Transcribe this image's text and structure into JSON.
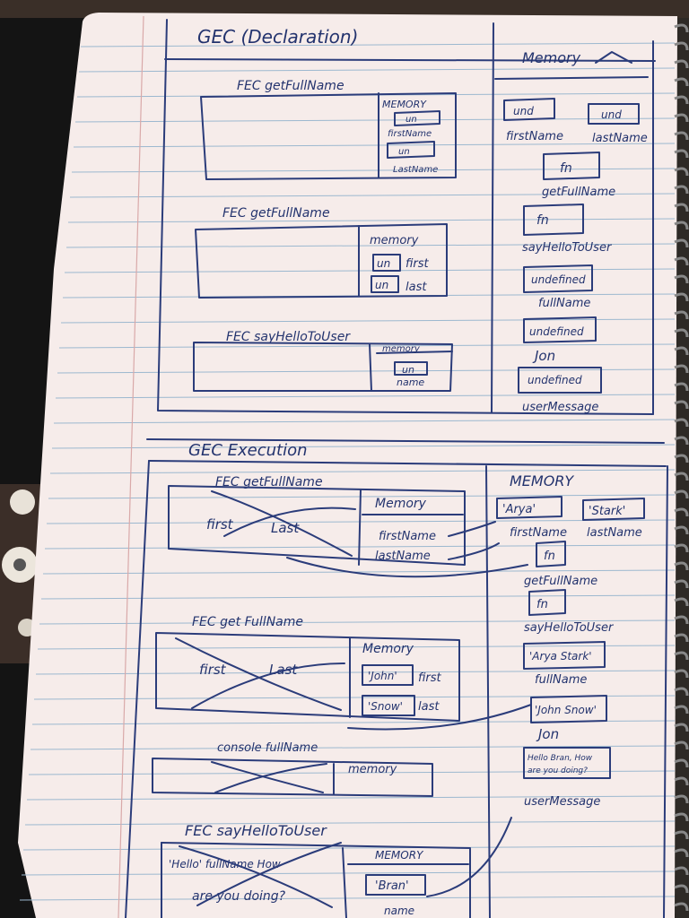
{
  "page": {
    "top": {
      "title": "GEC (Declaration)",
      "memory_header": "Memory",
      "fec1": {
        "title": "FEC getFullName",
        "memory": "MEMORY",
        "b1": "un",
        "v1": "firstName",
        "b2": "un",
        "v2": "LastName"
      },
      "fec2": {
        "title": "FEC getFullName",
        "memory": "memory",
        "b1": "un",
        "v1": "first",
        "b2": "un",
        "v2": "last"
      },
      "fec3": {
        "title": "FEC sayHelloToUser",
        "memory": "memory",
        "b1": "un",
        "v1": "name"
      },
      "right": {
        "b1": "und",
        "b2": "und",
        "firstName": "firstName",
        "lastName": "lastName",
        "fn1": "fn",
        "getFullName": "getFullName",
        "fn2": "fn",
        "sayHello": "sayHelloToUser",
        "u1": "undefined",
        "fullName": "fullName",
        "u2": "undefined",
        "jon": "Jon",
        "u3": "undefined",
        "userMessage": "userMessage"
      }
    },
    "bottom": {
      "title": "GEC Execution",
      "memory_header": "MEMORY",
      "fec1": {
        "title": "FEC getFullName",
        "memory": "Memory",
        "l1": "first",
        "l2": "Last",
        "v1": "firstName",
        "v2": "lastName"
      },
      "fec2": {
        "title": "FEC get FullName",
        "memory": "Memory",
        "l1": "first",
        "l2": "Last",
        "b1": "'John'",
        "v1": "first",
        "b2": "'Snow'",
        "v2": "last"
      },
      "console": {
        "title": "console fullName",
        "memory": "memory"
      },
      "fec3": {
        "title": "FEC sayHelloToUser",
        "text1": "'Hello' fullName How",
        "text2": "are you doing?",
        "memory": "MEMORY",
        "b1": "'Bran'",
        "v1": "name"
      },
      "right": {
        "b1": "'Arya'",
        "b2": "'Stark'",
        "firstName": "firstName",
        "lastName": "lastName",
        "fn1": "fn",
        "getFullName": "getFullName",
        "fn2": "fn",
        "sayHello": "sayHelloToUser",
        "b3": "'Arya Stark'",
        "fullName": "fullName",
        "b4": "'John Snow'",
        "jon": "Jon",
        "b5a": "Hello Bran, How",
        "b5b": "are you doing?",
        "userMessage": "userMessage"
      }
    }
  }
}
